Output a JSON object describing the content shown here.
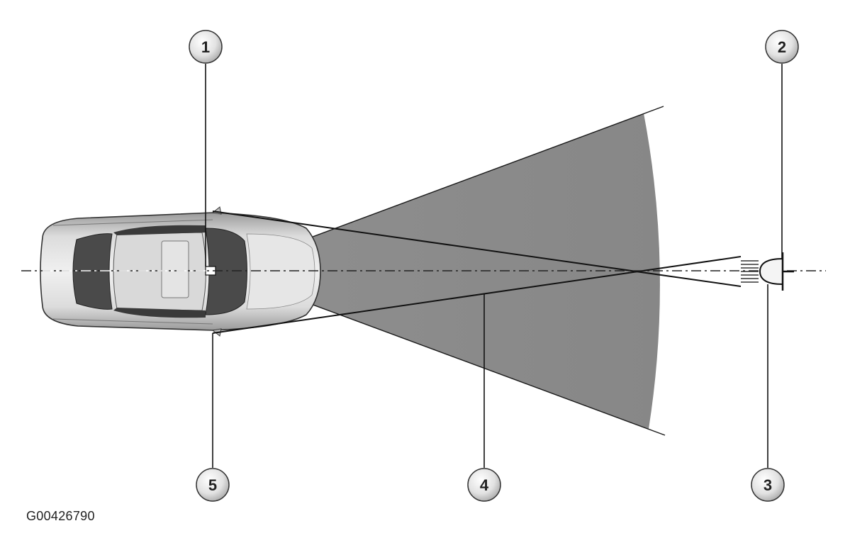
{
  "figure_id": "G00426790",
  "callouts": [
    {
      "label": "1"
    },
    {
      "label": "2"
    },
    {
      "label": "3"
    },
    {
      "label": "4"
    },
    {
      "label": "5"
    }
  ],
  "colors": {
    "beam": "#8c8c8c",
    "car_body": "#d6d6d6",
    "car_glass": "#4a4a4a",
    "line": "#1a1a1a",
    "callout_fill": "#e8e8e8"
  },
  "icons": {
    "car": "car-top-view-icon",
    "lamp": "headlamp-icon",
    "sensor": "camera-sensor-icon"
  }
}
